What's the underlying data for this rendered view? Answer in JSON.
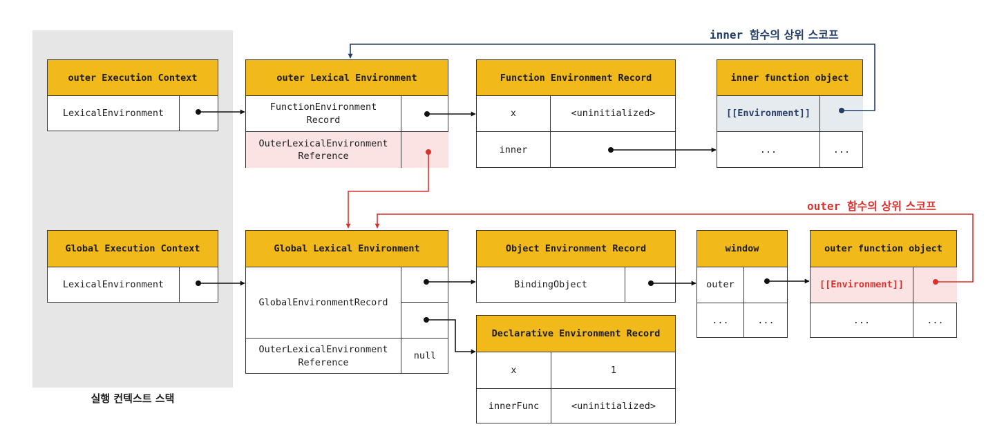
{
  "stack_caption": "실행 컨텍스트 스택",
  "scope_labels": {
    "inner": {
      "code": "inner",
      "text": "함수의 상위 스코프"
    },
    "outer": {
      "code": "outer",
      "text": "함수의 상위 스코프"
    }
  },
  "colors": {
    "header": "#f2b91a",
    "stack_background": "#e6e6e6",
    "inner_scope": "#253d69",
    "outer_scope": "#d8322f",
    "pink_cell": "#fbe3e4",
    "blue_cell": "#e6ebef"
  },
  "outer_ec": {
    "title": "outer Execution Context",
    "field": "LexicalEnvironment"
  },
  "global_ec": {
    "title": "Global Execution Context",
    "field": "LexicalEnvironment"
  },
  "outer_le": {
    "title": "outer Lexical Environment",
    "record": "FunctionEnvironment\nRecord",
    "outer_ref": "OuterLexicalEnvironment\nReference"
  },
  "global_le": {
    "title": "Global Lexical Environment",
    "record": "GlobalEnvironmentRecord",
    "outer_ref": "OuterLexicalEnvironment\nReference",
    "outer_ref_value": "null"
  },
  "function_er": {
    "title": "Function Environment Record",
    "rows": [
      {
        "key": "x",
        "value": "<uninitialized>"
      },
      {
        "key": "inner",
        "value": ""
      }
    ]
  },
  "inner_fo": {
    "title": "inner function object",
    "env_slot": "[[Environment]]",
    "rows": [
      {
        "key": "...",
        "value": "..."
      }
    ]
  },
  "object_er": {
    "title": "Object Environment Record",
    "field": "BindingObject"
  },
  "window_obj": {
    "title": "window",
    "rows": [
      {
        "key": "outer",
        "value": ""
      },
      {
        "key": "...",
        "value": "..."
      }
    ]
  },
  "outer_fo": {
    "title": "outer function object",
    "env_slot": "[[Environment]]",
    "rows": [
      {
        "key": "...",
        "value": "..."
      }
    ]
  },
  "declarative_er": {
    "title": "Declarative Environment Record",
    "rows": [
      {
        "key": "x",
        "value": "1"
      },
      {
        "key": "innerFunc",
        "value": "<uninitialized>"
      }
    ]
  }
}
